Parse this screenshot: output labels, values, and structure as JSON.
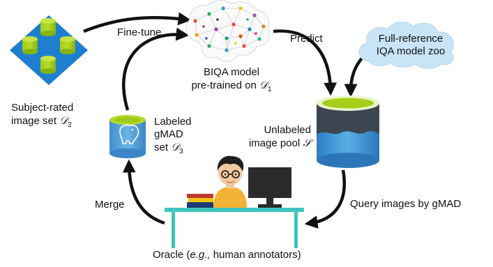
{
  "labels": {
    "fine_tune": "Fine-tune",
    "predict": "Predict",
    "biqa_line1": "BIQA model",
    "biqa_line2": "pre-trained on",
    "biqa_set": "𝒟",
    "biqa_sub": "1",
    "subject_line1": "Subject-rated",
    "subject_line2": "image set",
    "subject_set": "𝒟",
    "subject_sub": "2",
    "labeled_line1": "Labeled",
    "labeled_line2": "gMAD",
    "labeled_line3": "set",
    "labeled_set": "𝒟",
    "labeled_sub": "3",
    "unlabeled_line1": "Unlabeled",
    "unlabeled_line2": "image pool",
    "unlabeled_set": "𝒮",
    "cloud_line1": "Full-reference",
    "cloud_line2": "IQA model zoo",
    "merge": "Merge",
    "query": "Query images by gMAD",
    "oracle_prefix": "Oracle (",
    "oracle_eg": "e.g.,",
    "oracle_suffix": " human annotators)"
  },
  "icons": {
    "brain": "brain-network-icon",
    "database_grid": "database-grid-icon",
    "labeled_db": "postgresql-database-icon",
    "pool_db": "image-pool-database-icon",
    "cloud": "cloud-icon",
    "annotator": "human-annotator-icon",
    "desk": "desk-icon",
    "monitor": "monitor-icon",
    "books": "books-icon"
  },
  "colors": {
    "arrow": "#111111",
    "db_green_top": "#a6cf1a",
    "db_green_side": "#8ab814",
    "diamond_blue": "#1e7fd0",
    "cyl_blue": "#5aa6dc",
    "pool_dark": "#3b4650",
    "pool_blue": "#3d8fd0",
    "cloud": "#c8e4f6",
    "desk_teal": "#3fc4c0",
    "shirt": "#f5b335",
    "monitor": "#2b2b2b"
  }
}
